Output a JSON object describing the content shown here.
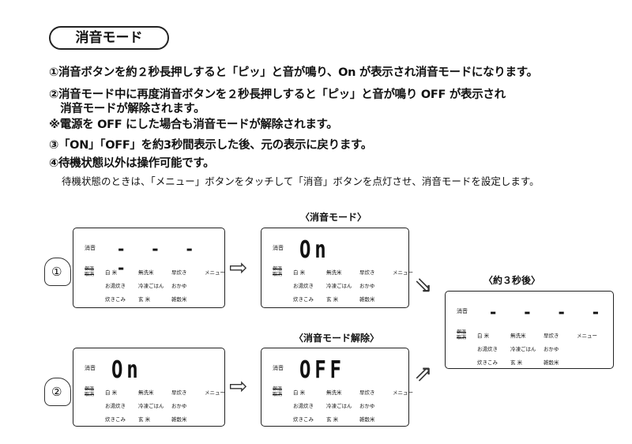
{
  "title": "消音モード",
  "steps": [
    "①消音ボタンを約２秒長押しすると「ピッ」と音が鳴り、On が表示され消音モードになります。",
    "②消音モード中に再度消音ボタンを２秒長押しすると「ピッ」と音が鳴り OFF が表示され",
    "　消音モードが解除されます。",
    "※電源を OFF にした場合も消音モードが解除されます。",
    "③「ON」「OFF」を約3秒間表示した後、元の表示に戻ります。",
    "④待機状態以外は操作可能です。"
  ],
  "note": "待機状態のときは、「メニュー」ボタンをタッチして「消音」ボタンを点灯させ、消音モードを設定します。",
  "captions": {
    "mute_on": "〈消音モード〉",
    "mute_off": "〈消音モード解除〉",
    "after": "〈約３秒後〉"
  },
  "panel": {
    "mute": "消音",
    "keep1": "保温",
    "keep2": "取消",
    "menu": "メニュー",
    "items": [
      "白 米",
      "無洗米",
      "早炊き",
      "お湯炊き",
      "冷凍ごはん",
      "おかゆ",
      "炊きこみ",
      "玄 米",
      "雑穀米"
    ]
  },
  "displays": {
    "p1": "- - - -",
    "p2": "On",
    "p3": "- - - -",
    "p4": "On",
    "p5": "OFF"
  },
  "hands": {
    "h1": "①",
    "h2": "②"
  }
}
